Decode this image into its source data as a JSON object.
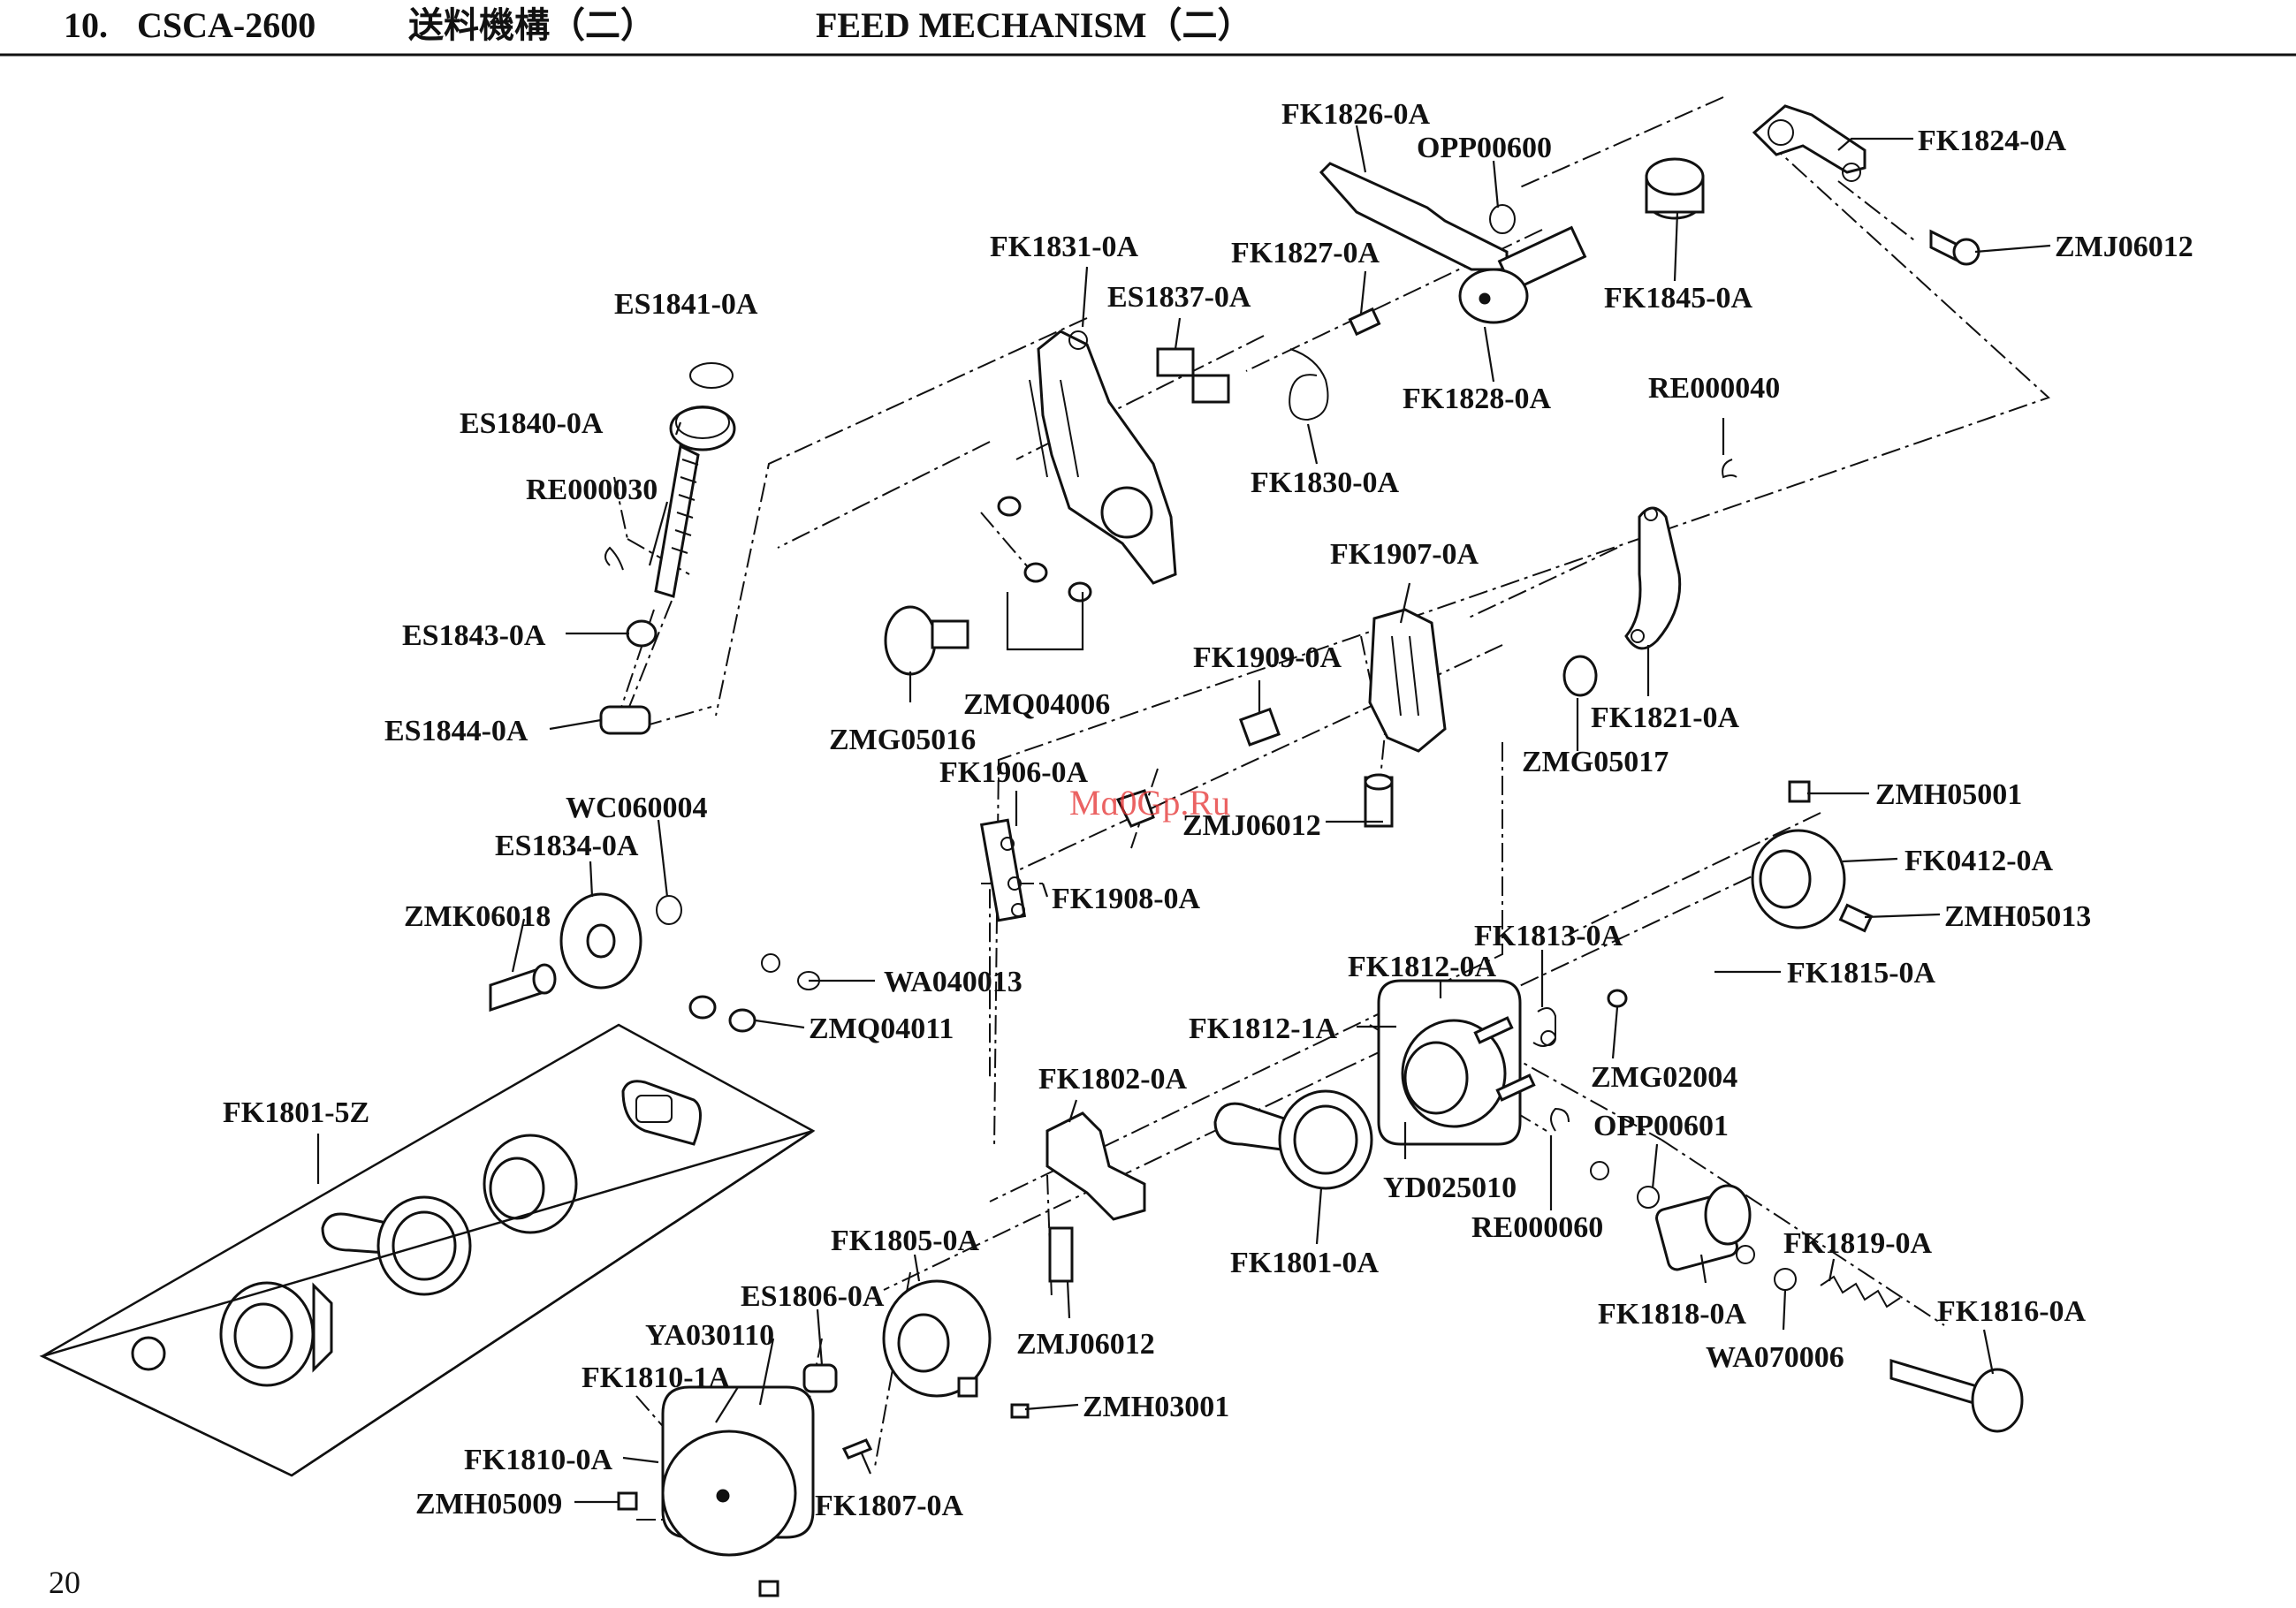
{
  "header": {
    "section": "10.",
    "model": "CSCA-2600",
    "title_cn": "送料機構（二）",
    "title_en": "FEED MECHANISM（二）"
  },
  "page_number": "20",
  "watermark": "Mɑ0Gp.Ru",
  "labels": [
    {
      "id": "fk1826_0a",
      "text": "FK1826-0A"
    },
    {
      "id": "opp00600",
      "text": "OPP00600"
    },
    {
      "id": "fk1824_0a",
      "text": "FK1824-0A"
    },
    {
      "id": "zmj06012_a",
      "text": "ZMJ06012"
    },
    {
      "id": "fk1831_0a",
      "text": "FK1831-0A"
    },
    {
      "id": "fk1827_0a",
      "text": "FK1827-0A"
    },
    {
      "id": "es1837_0a",
      "text": "ES1837-0A"
    },
    {
      "id": "fk1845_0a",
      "text": "FK1845-0A"
    },
    {
      "id": "es1841_0a",
      "text": "ES1841-0A"
    },
    {
      "id": "fk1828_0a",
      "text": "FK1828-0A"
    },
    {
      "id": "re000040",
      "text": "RE000040"
    },
    {
      "id": "es1840_0a",
      "text": "ES1840-0A"
    },
    {
      "id": "fk1830_0a",
      "text": "FK1830-0A"
    },
    {
      "id": "re000030",
      "text": "RE000030"
    },
    {
      "id": "fk1907_0a",
      "text": "FK1907-0A"
    },
    {
      "id": "es1843_0a",
      "text": "ES1843-0A"
    },
    {
      "id": "fk1909_0a",
      "text": "FK1909-0A"
    },
    {
      "id": "zmq04006",
      "text": "ZMQ04006"
    },
    {
      "id": "fk1821_0a",
      "text": "FK1821-0A"
    },
    {
      "id": "es1844_0a",
      "text": "ES1844-0A"
    },
    {
      "id": "zmg05016",
      "text": "ZMG05016"
    },
    {
      "id": "zmg05017",
      "text": "ZMG05017"
    },
    {
      "id": "fk1906_0a",
      "text": "FK1906-0A"
    },
    {
      "id": "wc060004",
      "text": "WC060004"
    },
    {
      "id": "zmh05001",
      "text": "ZMH05001"
    },
    {
      "id": "zmj06012_b",
      "text": "ZMJ06012"
    },
    {
      "id": "es1834_0a",
      "text": "ES1834-0A"
    },
    {
      "id": "fk0412_0a",
      "text": "FK0412-0A"
    },
    {
      "id": "fk1908_0a",
      "text": "FK1908-0A"
    },
    {
      "id": "zmk06018",
      "text": "ZMK06018"
    },
    {
      "id": "zmh05013",
      "text": "ZMH05013"
    },
    {
      "id": "fk1813_0a",
      "text": "FK1813-0A"
    },
    {
      "id": "fk1812_0a",
      "text": "FK1812-0A"
    },
    {
      "id": "fk1815_0a",
      "text": "FK1815-0A"
    },
    {
      "id": "wa040013",
      "text": "WA040013"
    },
    {
      "id": "zmq04011",
      "text": "ZMQ04011"
    },
    {
      "id": "fk1812_1a",
      "text": "FK1812-1A"
    },
    {
      "id": "zmg02004",
      "text": "ZMG02004"
    },
    {
      "id": "fk1801_5z",
      "text": "FK1801-5Z"
    },
    {
      "id": "fk1802_0a",
      "text": "FK1802-0A"
    },
    {
      "id": "opp00601",
      "text": "OPP00601"
    },
    {
      "id": "yd025010",
      "text": "YD025010"
    },
    {
      "id": "re000060",
      "text": "RE000060"
    },
    {
      "id": "fk1805_0a",
      "text": "FK1805-0A"
    },
    {
      "id": "fk1801_0a",
      "text": "FK1801-0A"
    },
    {
      "id": "fk1819_0a",
      "text": "FK1819-0A"
    },
    {
      "id": "es1806_0a",
      "text": "ES1806-0A"
    },
    {
      "id": "fk1818_0a",
      "text": "FK1818-0A"
    },
    {
      "id": "fk1816_0a",
      "text": "FK1816-0A"
    },
    {
      "id": "ya030110",
      "text": "YA030110"
    },
    {
      "id": "zmj06012_c",
      "text": "ZMJ06012"
    },
    {
      "id": "wa070006",
      "text": "WA070006"
    },
    {
      "id": "fk1810_1a",
      "text": "FK1810-1A"
    },
    {
      "id": "zmh03001",
      "text": "ZMH03001"
    },
    {
      "id": "fk1810_0a",
      "text": "FK1810-0A"
    },
    {
      "id": "zmh05009",
      "text": "ZMH05009"
    },
    {
      "id": "fk1807_0a",
      "text": "FK1807-0A"
    }
  ]
}
